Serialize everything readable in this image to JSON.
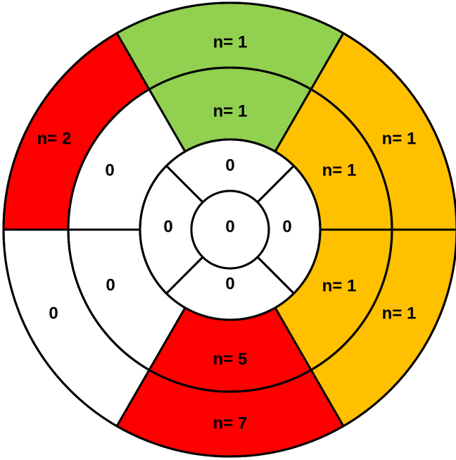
{
  "colors": {
    "red": "#ff0000",
    "green": "#92d050",
    "orange": "#ffc000",
    "white": "#ffffff",
    "outline": "#000000"
  },
  "segments": {
    "basal": [
      {
        "position": "anterior",
        "label": "n= 1",
        "color": "green"
      },
      {
        "position": "anterolateral",
        "label": "n= 1",
        "color": "orange"
      },
      {
        "position": "inferolateral",
        "label": "n= 1",
        "color": "orange"
      },
      {
        "position": "inferior",
        "label": "n= 7",
        "color": "red"
      },
      {
        "position": "inferoseptal",
        "label": "0",
        "color": "white"
      },
      {
        "position": "anteroseptal",
        "label": "n= 2",
        "color": "red"
      }
    ],
    "mid": [
      {
        "position": "anterior",
        "label": "n= 1",
        "color": "green"
      },
      {
        "position": "anterolateral",
        "label": "n= 1",
        "color": "orange"
      },
      {
        "position": "inferolateral",
        "label": "n= 1",
        "color": "orange"
      },
      {
        "position": "inferior",
        "label": "n= 5",
        "color": "red"
      },
      {
        "position": "inferoseptal",
        "label": "0",
        "color": "white"
      },
      {
        "position": "anteroseptal",
        "label": "0",
        "color": "white"
      }
    ],
    "apical": [
      {
        "position": "anterior",
        "label": "0",
        "color": "white"
      },
      {
        "position": "lateral",
        "label": "0",
        "color": "white"
      },
      {
        "position": "inferior",
        "label": "0",
        "color": "white"
      },
      {
        "position": "septal",
        "label": "0",
        "color": "white"
      }
    ],
    "apex": {
      "label": "0",
      "color": "white"
    }
  }
}
